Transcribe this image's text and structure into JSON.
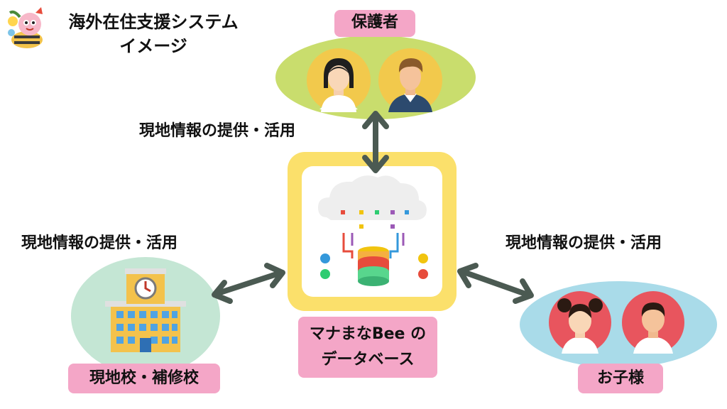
{
  "header": {
    "title_line1": "海外在住支援システム",
    "title_line2": "イメージ"
  },
  "nodes": {
    "guardians": {
      "label": "保護者"
    },
    "database": {
      "label_line1": "マナまなBee の",
      "label_line2": "データベース"
    },
    "school": {
      "label": "現地校・補修校"
    },
    "children": {
      "label": "お子様"
    }
  },
  "links": {
    "top": "現地情報の提供・活用",
    "left": "現地情報の提供・活用",
    "right": "現地情報の提供・活用"
  },
  "colors": {
    "guardians_blob": "#c9dd6d",
    "school_blob": "#c4e6d4",
    "children_blob": "#a9dbe9",
    "label_pill": "#f4a6c7",
    "database_frame": "#fbe06b",
    "arrow": "#4b5a52"
  },
  "icons": [
    "mascot-logo",
    "woman-avatar-icon",
    "man-avatar-icon",
    "cloud-database-icon",
    "school-building-icon",
    "girl-avatar-icon",
    "boy-avatar-icon"
  ]
}
